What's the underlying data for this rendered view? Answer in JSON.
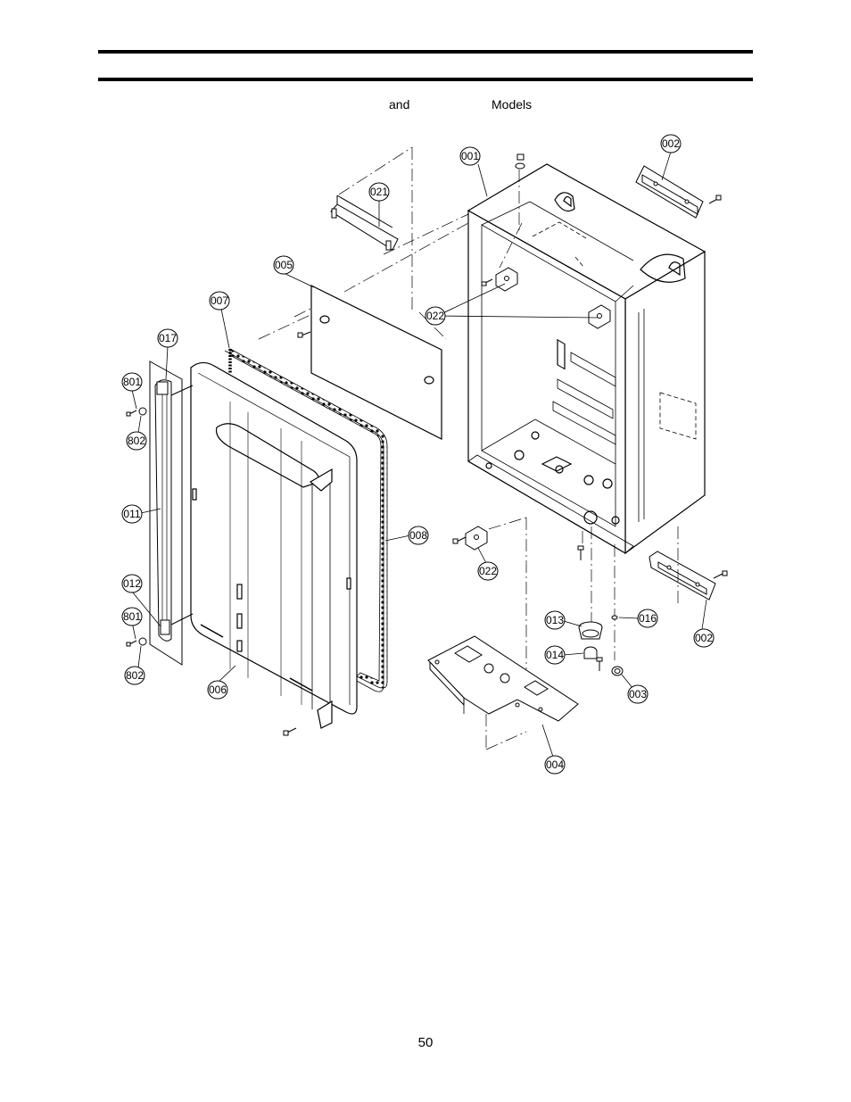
{
  "header": {
    "subtitle_and": "and",
    "subtitle_models": "Models"
  },
  "footer": {
    "page_number": "50"
  },
  "diagram": {
    "part_labels": [
      "001",
      "002",
      "005",
      "007",
      "017",
      "801",
      "802",
      "011",
      "012",
      "801",
      "802",
      "006",
      "008",
      "021",
      "022",
      "022",
      "013",
      "014",
      "016",
      "003",
      "004",
      "002"
    ]
  }
}
